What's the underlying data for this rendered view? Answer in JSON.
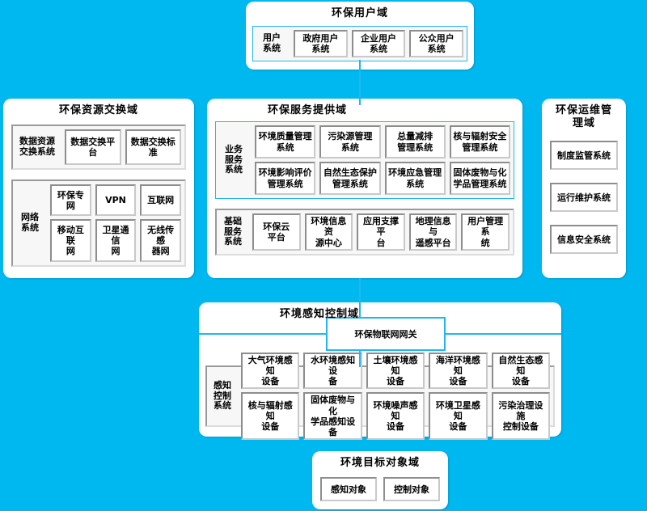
{
  "background_color": "#00b8f0",
  "accent_color": "#22b6ef",
  "diagram": {
    "user_domain": {
      "title": "环保用户域",
      "group_label": "用户\n系统",
      "nodes": [
        "政府用户\n系统",
        "企业用户\n系统",
        "公众用户\n系统"
      ]
    },
    "resource_domain": {
      "title": "环保资源交换域",
      "exchange_group": {
        "label": "数据资源\n交换系统",
        "nodes": [
          "数据交换平台",
          "数据交换标准"
        ]
      },
      "network_group": {
        "label": "网络\n系统",
        "row1": [
          "环保专网",
          "VPN",
          "互联网"
        ],
        "row2": [
          "移动互联\n网",
          "卫星通信\n网",
          "无线传感\n器网"
        ]
      }
    },
    "service_domain": {
      "title": "环保服务提供域",
      "business_group": {
        "label": "业务\n服务\n系统",
        "row1": [
          "环境质量管理\n系统",
          "污染源管理\n系统",
          "总量减排\n管理系统",
          "核与辐射安全\n管理系统"
        ],
        "row2": [
          "环境影响评价\n管理系统",
          "自然生态保护\n管理系统",
          "环境应急管理\n系统",
          "固体废物与化\n学品管理系统"
        ]
      },
      "basic_group": {
        "label": "基础\n服务\n系统",
        "nodes": [
          "环保云\n平台",
          "环境信息资\n源中心",
          "应用支撑平\n台",
          "地理信息与\n遥感平台",
          "用户管理系\n统"
        ]
      }
    },
    "om_domain": {
      "title": "环保运维管\n理域",
      "nodes": [
        "制度监管系统",
        "运行维护系统",
        "信息安全系统"
      ]
    },
    "perception_domain": {
      "title": "环境感知控制域",
      "gateway": "环保物联网网关",
      "control_group": {
        "label": "感知\n控制\n系统",
        "row1": [
          "大气环境感知\n设备",
          "水环境感知设\n备",
          "土壤环境感知\n设备",
          "海洋环境感知\n设备",
          "自然生态感知\n设备"
        ],
        "row2": [
          "核与辐射感知\n设备",
          "固体废物与化\n学品感知设备",
          "环境噪声感知\n设备",
          "环境卫星感知\n设备",
          "污染治理设施\n控制设备"
        ]
      }
    },
    "target_domain": {
      "title": "环境目标对象域",
      "nodes": [
        "感知对象",
        "控制对象"
      ]
    }
  }
}
